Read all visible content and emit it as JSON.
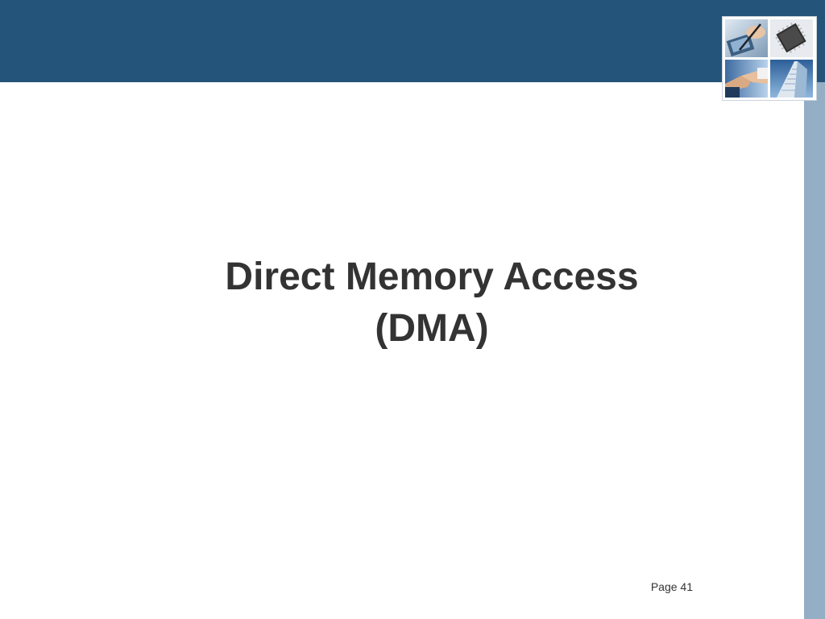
{
  "slide": {
    "title_line1": "Direct Memory Access",
    "title_line2": "(DMA)",
    "page_label": "Page 41"
  },
  "theme": {
    "header_color": "#245479",
    "side_band_color": "#94aec6",
    "title_color": "#333333"
  },
  "photos": [
    {
      "icon": "pen-writing-icon"
    },
    {
      "icon": "microchip-icon"
    },
    {
      "icon": "handshake-icon"
    },
    {
      "icon": "skyscraper-icon"
    }
  ]
}
